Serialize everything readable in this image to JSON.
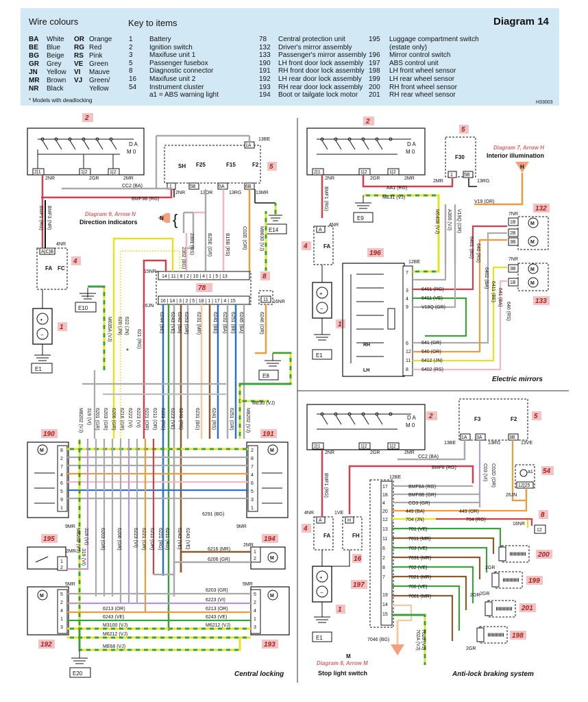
{
  "header": {
    "wire_colours_title": "Wire colours",
    "key_title": "Key to items",
    "diagram_title": "Diagram 14",
    "drawing_code": "H33003",
    "wire_colours_left": [
      {
        "code": "BA",
        "name": "White"
      },
      {
        "code": "BE",
        "name": "Blue"
      },
      {
        "code": "BG",
        "name": "Beige"
      },
      {
        "code": "GR",
        "name": "Grey"
      },
      {
        "code": "JN",
        "name": "Yellow"
      },
      {
        "code": "MR",
        "name": "Brown"
      },
      {
        "code": "NR",
        "name": "Black"
      }
    ],
    "wire_colours_right": [
      {
        "code": "OR",
        "name": "Orange"
      },
      {
        "code": "RG",
        "name": "Red"
      },
      {
        "code": "RS",
        "name": "Pink"
      },
      {
        "code": "VE",
        "name": "Green"
      },
      {
        "code": "VI",
        "name": "Mauve"
      },
      {
        "code": "VJ",
        "name": "Green/"
      },
      {
        "code": "",
        "name": "Yellow"
      }
    ],
    "footnote": "* Models with deadlocking",
    "key_col1": [
      {
        "n": "1",
        "t": "Battery"
      },
      {
        "n": "2",
        "t": "Ignition switch"
      },
      {
        "n": "3",
        "t": "Maxifuse unit 1"
      },
      {
        "n": "5",
        "t": "Passenger fusebox"
      },
      {
        "n": "8",
        "t": "Diagnostic connector"
      },
      {
        "n": "16",
        "t": "Maxifuse unit 2"
      },
      {
        "n": "54",
        "t": "Instrument cluster"
      },
      {
        "n": "",
        "t": "a1 =  ABS warning light"
      }
    ],
    "key_col2": [
      {
        "n": "78",
        "t": "Central protection unit"
      },
      {
        "n": "132",
        "t": "Driver's mirror assembly"
      },
      {
        "n": "133",
        "t": "Passenger's mirror assembly"
      },
      {
        "n": "190",
        "t": "LH front door lock assembly"
      },
      {
        "n": "191",
        "t": "RH front door lock assembly"
      },
      {
        "n": "192",
        "t": "LH rear door lock assembly"
      },
      {
        "n": "193",
        "t": "RH rear door lock assembly"
      },
      {
        "n": "194",
        "t": "Boot or tailgate lock motor"
      }
    ],
    "key_col3": [
      {
        "n": "195",
        "t": "Luggage compartment switch"
      },
      {
        "n": "",
        "t": "(estate only)"
      },
      {
        "n": "196",
        "t": "Mirror control switch"
      },
      {
        "n": "197",
        "t": "ABS control unit"
      },
      {
        "n": "198",
        "t": "LH front wheel sensor"
      },
      {
        "n": "199",
        "t": "LH rear wheel sensor"
      },
      {
        "n": "200",
        "t": "RH front wheel sensor"
      },
      {
        "n": "201",
        "t": "RH rear wheel sensor"
      }
    ]
  },
  "colors": {
    "header_bg": "#d3e8f5",
    "badge_bg": "#f2c3c3",
    "badge_text": "#b01e1e",
    "ref_arrow": "#f3a07e",
    "divider": "#333333"
  },
  "sections": {
    "central_locking": "Central locking",
    "electric_mirrors": "Electric mirrors",
    "abs": "Anti-lock braking system"
  },
  "refs": {
    "dir_ref": "Diagram 9, Arrow N",
    "dir_label": "Direction indicators",
    "dir_letter": "N",
    "int_ref": "Diagram 7, Arrow H",
    "int_label": "Interior illumination",
    "int_letter": "H",
    "stop_ref": "Diagram 8, Arrow M",
    "stop_label": "Stop light switch",
    "stop_letter": "M"
  },
  "badges": {
    "cl_2": "2",
    "cl_5": "5",
    "cl_4": "4",
    "cl_1": "1",
    "cl_78": "78",
    "cl_8": "8",
    "cl_190": "190",
    "cl_191": "191",
    "cl_195": "195",
    "cl_194": "194",
    "cl_192": "192",
    "cl_193": "193",
    "em_2": "2",
    "em_5": "5",
    "em_132": "132",
    "em_133": "133",
    "em_196": "196",
    "em_4": "4",
    "em_1": "1",
    "ab_2": "2",
    "ab_5": "5",
    "ab_54": "54",
    "ab_8": "8",
    "ab_4": "4",
    "ab_16": "16",
    "ab_197": "197",
    "ab_1": "1",
    "ab_200": "200",
    "ab_199": "199",
    "ab_201": "201",
    "ab_198": "198"
  },
  "earths": {
    "cl_e14": "E14",
    "cl_e10": "E10",
    "cl_e1": "E1",
    "cl_e8": "E8",
    "cl_e20": "E20",
    "em_e9": "E9",
    "em_e1": "E1",
    "ab_e1": "E1"
  },
  "cl_labels": {
    "l_2nr_a": "2NR",
    "l_2gr": "2GR",
    "l_2mr": "2MR",
    "l_cc2": "CC2 (BA)",
    "l_bmf3b": "BMF3B (RG)",
    "l_2nr_b": "2NR",
    "l_13or": "13OR",
    "l_13rg": "13RG",
    "l_13mr": "13MR",
    "l_13be": "13BE",
    "l_bmf1": "BMF1 (RG)",
    "l_bmf3": "BMF3 (NR)",
    "l_4nr": "4NR",
    "l_fa": "FA",
    "l_fc": "FC",
    "l_sh": "SH",
    "l_f25": "F25",
    "l_f15": "F15",
    "l_f2": "F2",
    "p_1": "1",
    "p_5b": "5B",
    "p_5a": "5A",
    "p_6b": "6B",
    "p_1a": "1A",
    "w_2302": "2302 (BG)",
    "w_2301": "2301 (RS)",
    "w_b25e": "B25E (GR)",
    "w_b15b": "B15B (RS)",
    "w_c02e": "C02E (OR)",
    "w_m8630": "M8630 (VJ)",
    "l_15nr": "15NR",
    "l_26jn": "26JN",
    "l_16nr": "16NR",
    "w_621": "621 (RG)",
    "w_622": "622 (JN)",
    "w_620": "620 (JN)",
    "w_m635a": "M635A (VJ)",
    "w_6244": "6244 (BE)",
    "w_6243": "6243 (VE)",
    "w_6242": "6242 (BA)",
    "w_6253": "6253 (GR)",
    "w_6231": "6231 (MR)",
    "w_6241": "6241 (BE)",
    "w_6232": "6232 (BA)",
    "w_6251": "6251 (BE)",
    "w_6245": "6245 (BA)",
    "w_6246": "6246 (OR)",
    "l_me30": "ME30 (VJ)",
    "l_9mr_a": "9MR",
    "l_9mr_b": "9MR",
    "l_319": "319 (VI)",
    "l_6291": "6291 (BG)",
    "l_2mr_a": "2MR",
    "l_2mr_b": "2MR",
    "l_6216": "6216 (MR)",
    "l_6206": "6206 (GR)",
    "l_5mr_a": "5MR",
    "l_5mr_b": "5MR",
    "l_6203": "6203 (GR)",
    "l_6223": "6223 (VI)",
    "l_6213a": "6213 (OR)",
    "l_6213b": "6213 (OR)",
    "l_6243a": "6243 (VE)",
    "l_6243b": "6243 (VE)",
    "l_m3100": "M3100 (VJ)",
    "l_m6212a": "M6212 (VJ)",
    "l_m6212b": "M6212 (VJ)",
    "l_me68": "ME68 (VJ)",
    "u_m8202a": "M8202 (VJ)",
    "u_319": "319 (VI)",
    "u_6201": "6201 (GR)",
    "u_6203": "6203 (GR)",
    "u_6206": "6206 (GR)",
    "u_6216": "6216 (GR)",
    "u_6222": "6222 (VI)",
    "u_6223": "6223 (VI)",
    "u_6221": "6221 (OR)",
    "u_6211": "6211 (OR)",
    "u_6231": "6231 (BG)",
    "u_6241": "6241 (RS)",
    "u_6251": "6251 (GR)",
    "u_m8202b": "M8202 (VJ)",
    "u_6221b": "6221 (RG)",
    "u_6223b": "6223 (VE)",
    "u_6241b": "6241 (RS)",
    "d_m8202": "M8202 (VJ)",
    "d_319": "319 (VI)",
    "d_6203": "6203 (GR)",
    "d_6206": "6206 (GR)",
    "d_6223": "6223 (VI)",
    "d_6221": "6221 (OR)",
    "d_6211": "6211 (OR)",
    "d_6221b": "6221 (RG)",
    "d_6211b": "6211 (RG)",
    "d_6243": "6243 (VE)",
    "d_6243b": "6243 (VE)"
  },
  "em_labels": {
    "l_2nr": "2NR",
    "l_2gr": "2GR",
    "l_2mr": "2MR",
    "l_2mr_b": "2MR",
    "l_13rg": "13RG",
    "l_aa1": "AA1 (RG)",
    "l_me31": "ME31 (VJ)",
    "l_bmf1": "BMF1 (RG)",
    "l_4nr": "4NR",
    "l_fa": "FA",
    "l_f30": "F30",
    "p_1": "1",
    "p_5b": "5B",
    "l_v19": "V19 (OR)",
    "l_m6408": "M6408 (VJ)",
    "l_a300": "A300 (VJ)",
    "l_v19q": "V19Q (OR)",
    "l_6401": "6401 (BG)",
    "l_640": "640 (RS)",
    "l_6402": "6402 (BA)",
    "l_6411": "6411 (BE)",
    "l_641": "641 (BA)",
    "l_640b": "640 (RS)",
    "l_7nr_a": "7NR",
    "l_7nr_b": "7NR",
    "l_12be": "12BE",
    "r_6401": "6401 (RG)",
    "r_6411": "6411 (VE)",
    "r_v19q": "V19Q (GR)",
    "r_641": "641 (GR)",
    "r_640": "640 (OR)",
    "r_6412": "6412 (JN)",
    "r_6402": "6402 (RS)",
    "l_rh": "RH",
    "l_lh": "LH",
    "p_7": "7",
    "p_3": "3",
    "p_4": "4",
    "p_9": "9",
    "p_6": "6",
    "p_12": "12",
    "p_11": "11",
    "p_8": "8",
    "m_1b": "1B",
    "m_2b": "2B",
    "m_3b": "3B",
    "m_3b2": "3B",
    "m_1b2": "1B"
  },
  "ab_labels": {
    "l_2nr": "2NR",
    "l_2gr": "2GR",
    "l_2mr": "2MR",
    "l_13be": "13BE",
    "l_13rg": "13RG",
    "l_13ve": "13VE",
    "l_f3": "F3",
    "l_f2": "F2",
    "p_1a": "1A",
    "p_3a": "3A",
    "p_3b": "3B",
    "l_cc2": "CC2 (BA)",
    "l_bmf8": "BMF8 (RG)",
    "l_c03": "C03 (VI)",
    "l_c02": "C02D (OR)",
    "l_12be": "12BE",
    "l_a1": "a1",
    "p_12": "12",
    "p_25": "25",
    "l_26jn": "26JN",
    "l_bmf8a": "BMF8A (RG)",
    "l_bmf8b": "BMF8B (GR)",
    "l_co3": "CO3 (GR)",
    "l_449a": "449 (BA)",
    "l_449b": "449 (OR)",
    "l_704a": "704 (JN)",
    "l_704b": "704 (RG)",
    "l_16nr": "16NR",
    "p_8_12": "12",
    "l_701": "701 (VE)",
    "l_7011": "7011 (MR)",
    "l_703": "703 (VE)",
    "l_7031": "7031 (MR)",
    "l_702": "702 (VE)",
    "l_7021": "7021 (MR)",
    "l_700": "700 (VE)",
    "l_7001": "7001 (MR)",
    "l_7046": "7046 (BG)",
    "l_7020": "7020 (VJ)",
    "l_702a": "702A (VJ)",
    "l_bmf1": "BMF1 (RG)",
    "l_4nr": "4NR",
    "l_1ve": "1VE",
    "l_fa": "FA",
    "l_fh": "FH",
    "l_h": "H",
    "l_a": "A",
    "p17": "17",
    "p18": "18",
    "p4": "4",
    "p20": "20",
    "p12": "12",
    "p13": "13",
    "p11": "11",
    "p6": "6",
    "p2": "2",
    "p8": "8",
    "p7": "7",
    "p19": "19",
    "p14": "14",
    "p15": "15",
    "l_2gr_a": "2GR",
    "l_2gr_b": "2GR",
    "l_2gr_c": "2GR",
    "l_2gr_d": "2GR"
  }
}
